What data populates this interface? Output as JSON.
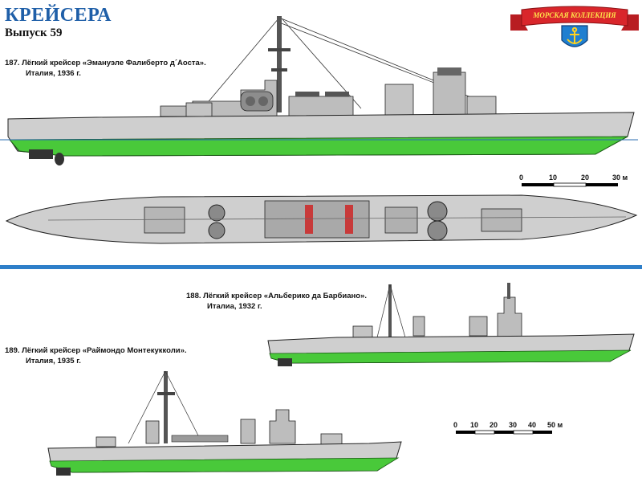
{
  "header": {
    "series_title": "КРЕЙСЕРА",
    "issue": "Выпуск 59",
    "logo_text": "МОРСКАЯ КОЛЛЕКЦИЯ"
  },
  "ships": [
    {
      "line1": "187. Лёгкий крейсер «Эмануэле Фалиберто д´Аоста».",
      "line2": "Италия, 1936 г."
    },
    {
      "line1": "188. Лёгкий крейсер «Альберико да Барбиано».",
      "line2": "Италиа, 1932 г."
    },
    {
      "line1": "189. Лёгкий крейсер «Раймондо Монтекукколи».",
      "line2": "Италия, 1935 г."
    }
  ],
  "scale_top": {
    "labels": [
      "0",
      "10",
      "20",
      "30 м"
    ]
  },
  "scale_bottom": {
    "labels": [
      "0",
      "10",
      "20",
      "30",
      "40",
      "50 м"
    ]
  },
  "colors": {
    "hull": "#cfcfcf",
    "waterline": "#49c93a",
    "accent": "#1f5fa8",
    "divider": "#2e7fc9",
    "ribbon": "#d9262b"
  }
}
